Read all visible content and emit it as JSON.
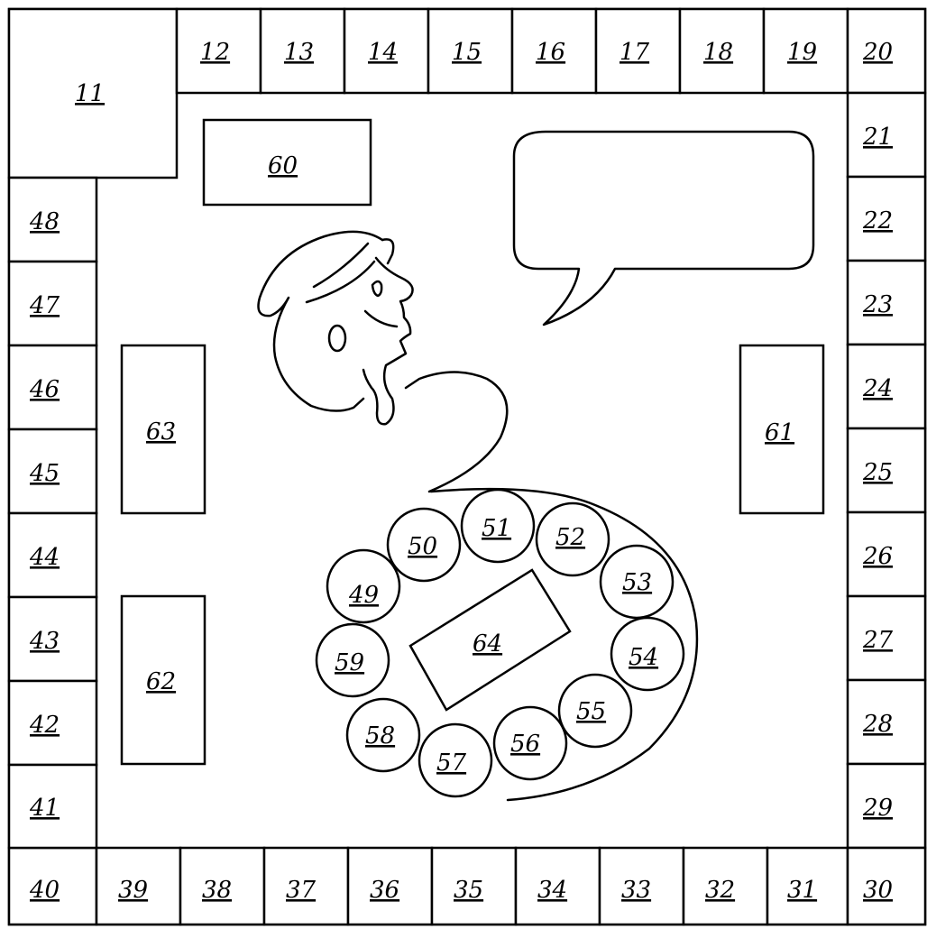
{
  "corner_start": "11",
  "top_row": [
    "12",
    "13",
    "14",
    "15",
    "16",
    "17",
    "18",
    "19",
    "20"
  ],
  "right_column": [
    "21",
    "22",
    "23",
    "24",
    "25",
    "26",
    "27",
    "28",
    "29"
  ],
  "bottom_row": [
    "40",
    "39",
    "38",
    "37",
    "36",
    "35",
    "34",
    "33",
    "32",
    "31",
    "30"
  ],
  "left_column": [
    "48",
    "47",
    "46",
    "45",
    "44",
    "43",
    "42",
    "41"
  ],
  "tables": {
    "top": "60",
    "right": "61",
    "left_lower": "62",
    "left_upper": "63",
    "center": "64"
  },
  "seats": [
    "49",
    "50",
    "51",
    "52",
    "53",
    "54",
    "55",
    "56",
    "57",
    "58",
    "59"
  ],
  "speech_bubble_text": ""
}
